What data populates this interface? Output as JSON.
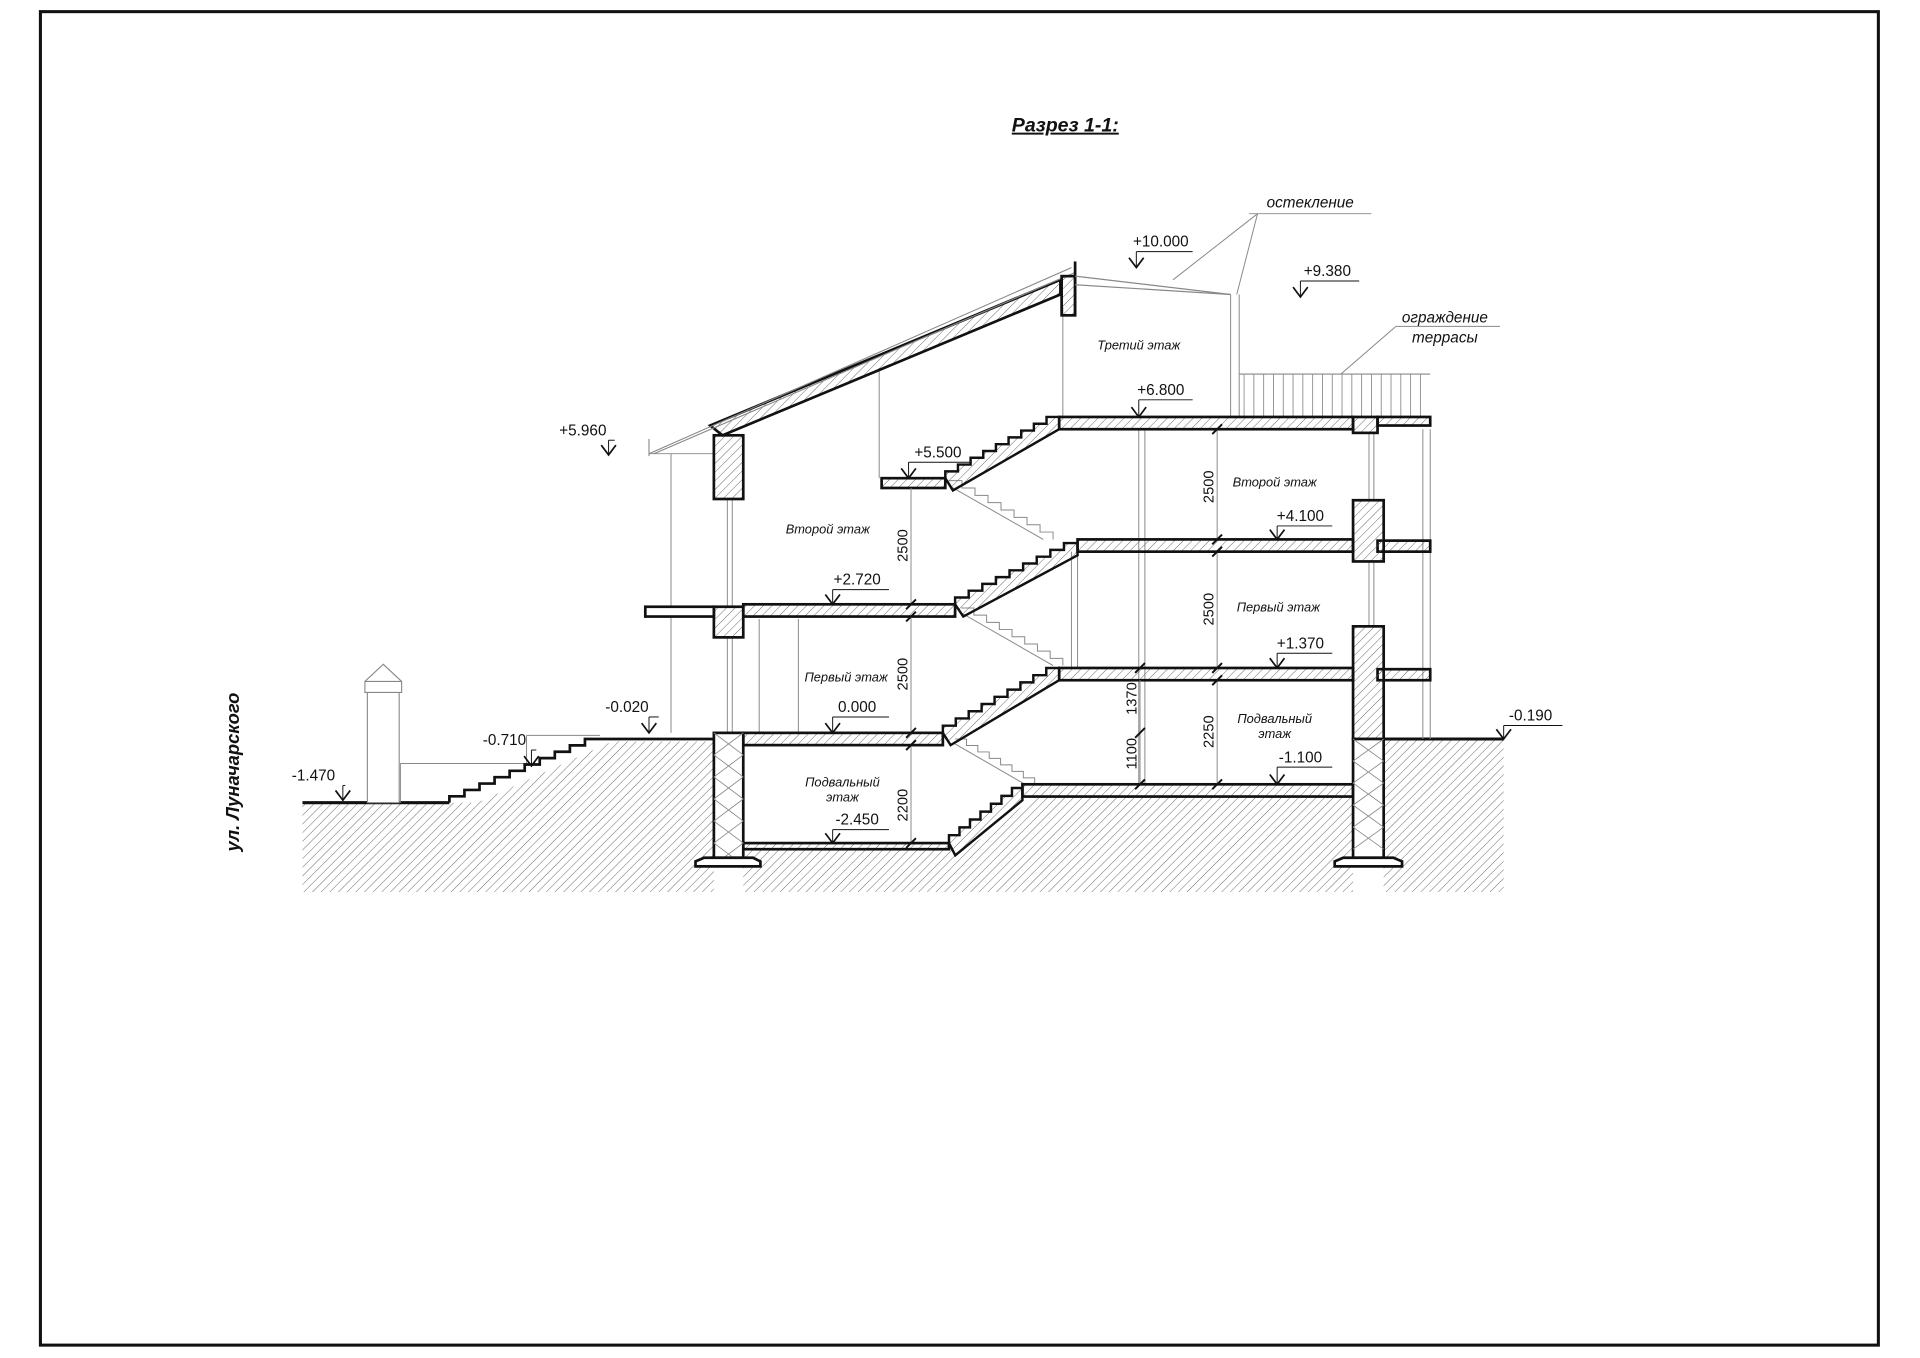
{
  "title": "Разрез 1-1:",
  "street": "ул. Луначарского",
  "notes": {
    "glazing": "остекление",
    "railing_line1": "ограждение",
    "railing_line2": "террасы"
  },
  "elevations": [
    "+10.000",
    "+9.380",
    "+6.800",
    "+5.960",
    "+5.500",
    "+4.100",
    "+2.720",
    "+1.370",
    "0.000",
    "-0.020",
    "-0.710",
    "-1.470",
    "-1.100",
    "-2.450",
    "-0.190"
  ],
  "dimensions": [
    "2500",
    "2500",
    "2200",
    "2500",
    "2500",
    "2250",
    "1370",
    "1100"
  ],
  "rooms": [
    {
      "line1": "Третий этаж",
      "line2": ""
    },
    {
      "line1": "Второй этаж",
      "line2": ""
    },
    {
      "line1": "Второй этаж",
      "line2": ""
    },
    {
      "line1": "Первый этаж",
      "line2": ""
    },
    {
      "line1": "Первый этаж",
      "line2": ""
    },
    {
      "line1": "Подвальный",
      "line2": "этаж"
    },
    {
      "line1": "Подвальный",
      "line2": "этаж"
    }
  ],
  "colors": {
    "line": "#111111",
    "thin": "#777777",
    "background": "#ffffff"
  }
}
